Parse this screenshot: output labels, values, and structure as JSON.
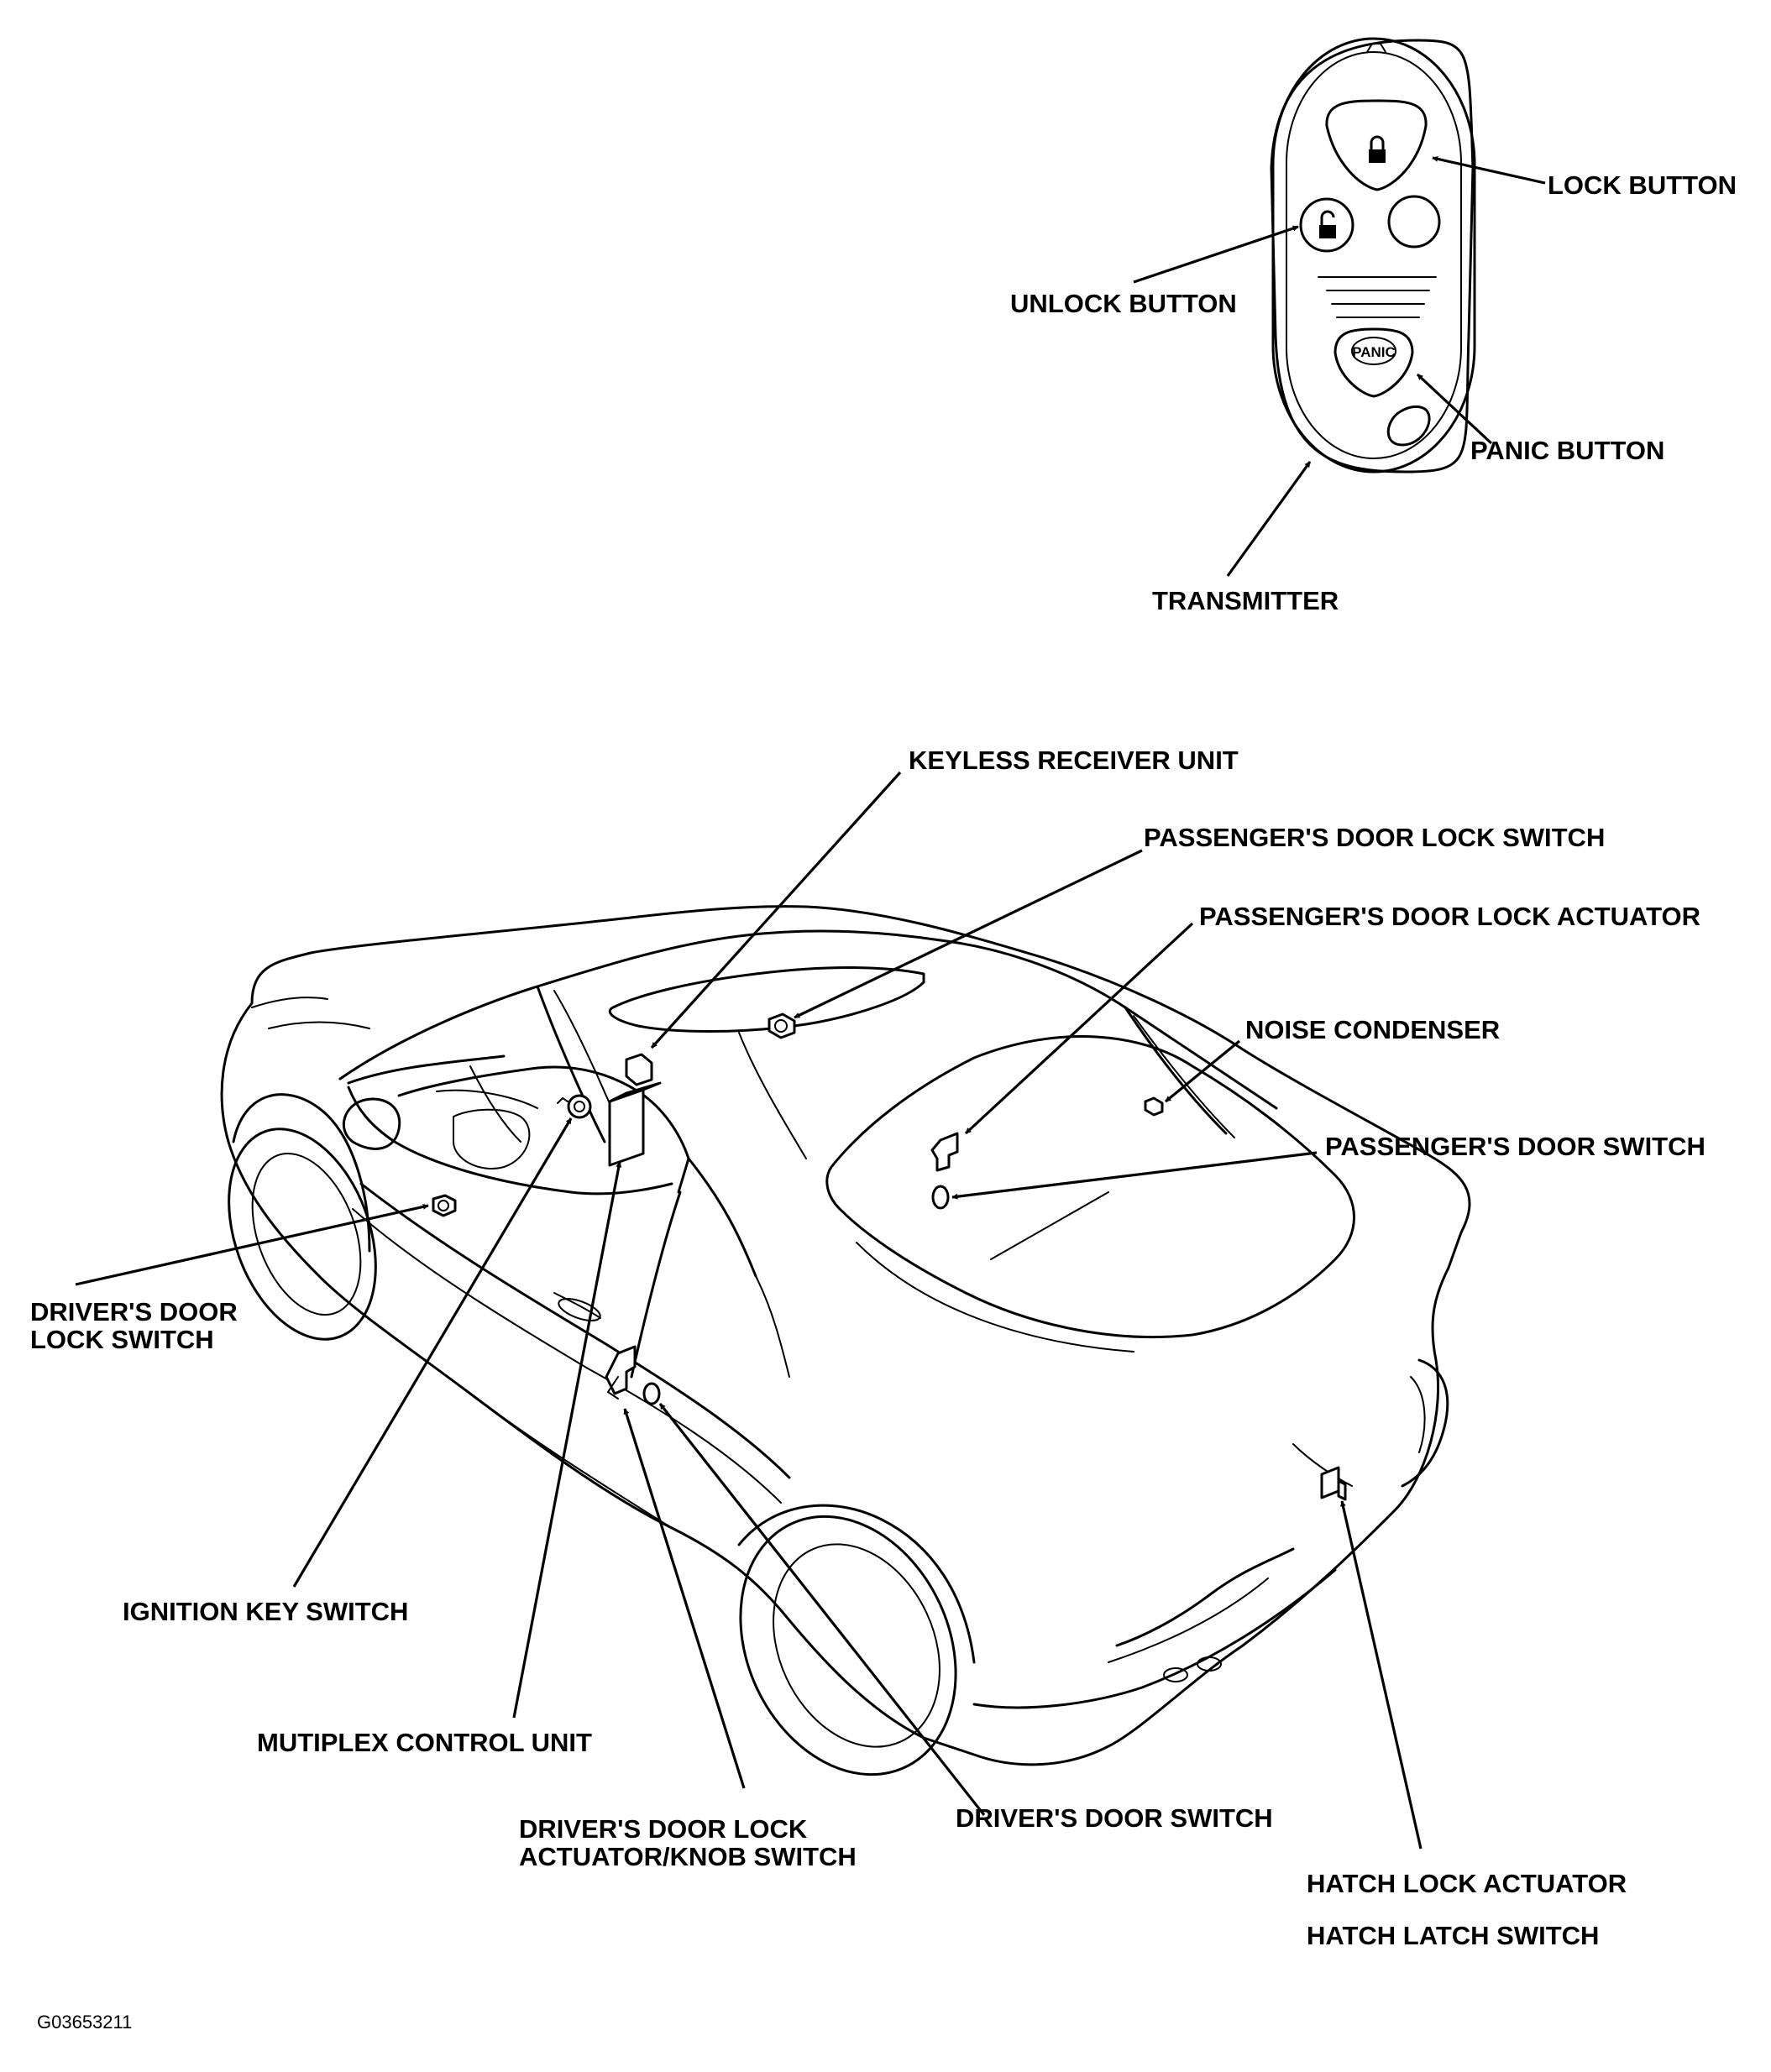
{
  "transmitter": {
    "lock_button": "LOCK BUTTON",
    "unlock_button": "UNLOCK BUTTON",
    "panic_button": "PANIC BUTTON",
    "transmitter": "TRANSMITTER",
    "panic_key_text": "PANIC"
  },
  "vehicle": {
    "keyless_receiver_unit": "KEYLESS RECEIVER UNIT",
    "passengers_door_lock_switch": "PASSENGER'S DOOR LOCK SWITCH",
    "passengers_door_lock_actuator": "PASSENGER'S DOOR LOCK ACTUATOR",
    "noise_condenser": "NOISE CONDENSER",
    "passengers_door_switch": "PASSENGER'S DOOR SWITCH",
    "drivers_door_lock_switch_line1": "DRIVER'S DOOR",
    "drivers_door_lock_switch_line2": "LOCK SWITCH",
    "ignition_key_switch": "IGNITION KEY SWITCH",
    "multiplex_control_unit": "MUTIPLEX CONTROL UNIT",
    "drivers_door_lock_actuator_line1": "DRIVER'S DOOR LOCK",
    "drivers_door_lock_actuator_line2": "ACTUATOR/KNOB SWITCH",
    "drivers_door_switch": "DRIVER'S DOOR SWITCH",
    "hatch_lock_actuator": "HATCH LOCK ACTUATOR",
    "hatch_latch_switch": "HATCH LATCH SWITCH"
  },
  "figure_code": "G03653211"
}
